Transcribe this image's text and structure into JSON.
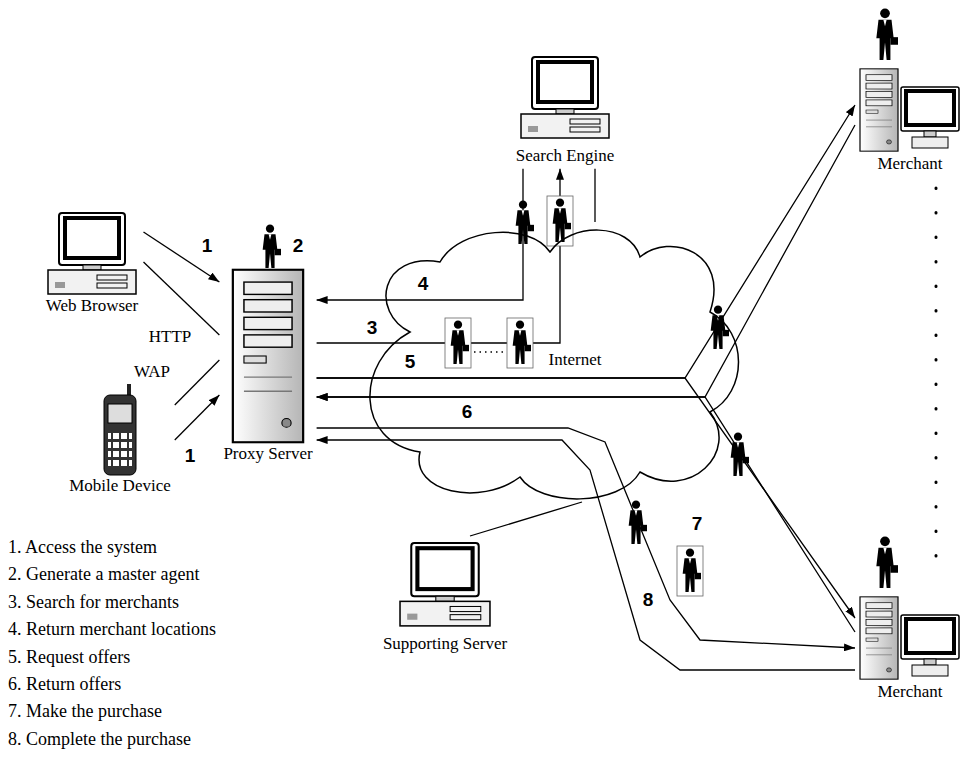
{
  "diagram": {
    "nodes": [
      {
        "text": [
          "Web Browser"
        ]
      },
      {
        "text": [
          "Mobile Device"
        ]
      },
      {
        "text": [
          "Proxy Server"
        ]
      },
      {
        "text": [
          "Search Engine"
        ]
      },
      {
        "text": [
          "Internet"
        ]
      },
      {
        "text": [
          "Supporting Server"
        ]
      },
      {
        "text": [
          "Merchant"
        ]
      },
      {
        "text": [
          "Merchant"
        ]
      }
    ],
    "edges": [
      {
        "from": 0,
        "to": 2,
        "arrow": "to",
        "label": "1"
      },
      {
        "from": 0,
        "to": 2,
        "arrow": "none",
        "label": "HTTP"
      },
      {
        "from": 1,
        "to": 2,
        "arrow": "to",
        "label": "1"
      },
      {
        "from": 1,
        "to": 2,
        "arrow": "none",
        "label": "WAP"
      },
      {
        "from": 2,
        "to": 3,
        "arrow": "to",
        "label": "3"
      },
      {
        "from": 3,
        "to": 2,
        "arrow": "to",
        "label": "4"
      },
      {
        "from": 3,
        "to": 4,
        "arrow": "none"
      },
      {
        "from": 2,
        "to": 6,
        "arrow": "to",
        "label": "5"
      },
      {
        "from": 2,
        "to": 7,
        "arrow": "to"
      },
      {
        "from": 6,
        "to": 2,
        "arrow": "to",
        "label": "6"
      },
      {
        "from": 7,
        "to": 2,
        "arrow": "to"
      },
      {
        "from": 2,
        "to": 7,
        "arrow": "to",
        "label": "7"
      },
      {
        "from": 7,
        "to": 2,
        "arrow": "to",
        "label": "8"
      },
      {
        "from": 5,
        "to": 4,
        "arrow": "none"
      }
    ],
    "labels": [
      "2",
      "1. Access the system",
      "2. Generate a master agent",
      "3. Search for merchants",
      "4. Return merchant locations",
      "5. Request offers",
      "6. Return offers",
      "7. Make the purchase",
      "8. Complete the purchase"
    ]
  }
}
